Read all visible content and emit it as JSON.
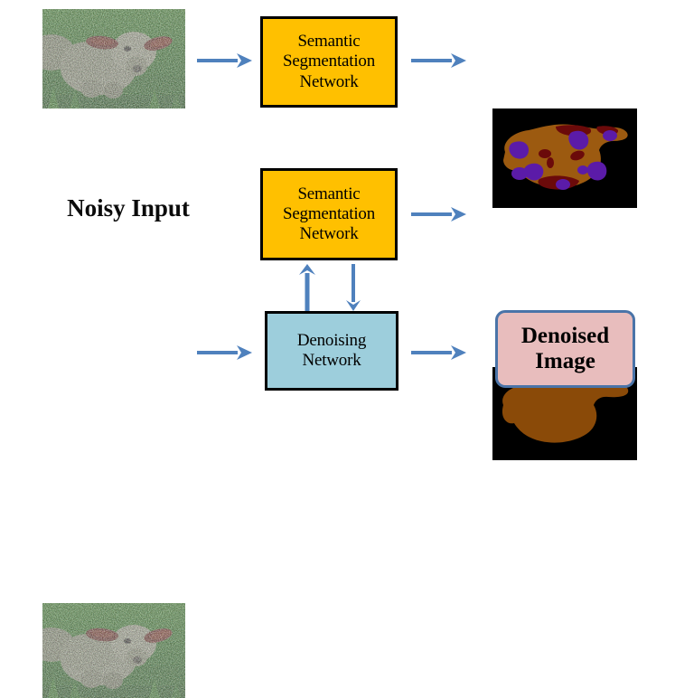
{
  "figure": {
    "title": "Joint semantic segmentation and denoising pipeline",
    "background_color": "#FFFFFF",
    "arrow_color": "#4F81BD"
  },
  "labels": {
    "noisy_input": "Noisy Input",
    "denoised_image": "Denoised\nImage",
    "denoised_image_line1": "Denoised",
    "denoised_image_line2": "Image"
  },
  "boxes": {
    "segmentation_top": {
      "line1": "Semantic",
      "line2": "Segmentation",
      "line3": "Network",
      "fill": "#FFC000",
      "border": "#000000"
    },
    "segmentation_mid": {
      "line1": "Semantic",
      "line2": "Segmentation",
      "line3": "Network",
      "fill": "#FFC000",
      "border": "#000000"
    },
    "denoising": {
      "line1": "Denoising",
      "line2": "Network",
      "fill": "#9DCEDC",
      "border": "#000000"
    },
    "denoised_output": {
      "fill": "#E8BDBD",
      "border": "#4A74A8"
    }
  },
  "images": {
    "noisy_photo_top": {
      "alt": "noisy photograph of a lamb lying in grass",
      "colors": {
        "grass": "#4F9B35",
        "wool": "#B9BCA5",
        "ear": "#8A3B22"
      }
    },
    "noisy_photo_bottom": {
      "alt": "noisy photograph of a lamb lying in grass",
      "colors": {
        "grass": "#4F9B35",
        "wool": "#B9BCA5",
        "ear": "#8A3B22"
      }
    },
    "segmentation_mask_noisy": {
      "alt": "fragmented segmentation mask with brown, dark red and purple regions on black",
      "colors": {
        "background": "#000000",
        "sheep": "#9C5A10",
        "dark_red": "#6B0A0A",
        "purple": "#5B1BA8"
      }
    },
    "segmentation_mask_clean": {
      "alt": "clean single-region brown segmentation mask on black",
      "colors": {
        "background": "#000000",
        "sheep": "#8A4A08"
      }
    }
  },
  "arrows": [
    {
      "name": "photo-to-segmentation-top",
      "direction": "right"
    },
    {
      "name": "segmentation-top-to-mask",
      "direction": "right"
    },
    {
      "name": "segmentation-mid-to-mask",
      "direction": "right"
    },
    {
      "name": "photo-to-denoising",
      "direction": "right"
    },
    {
      "name": "denoising-to-denoised-image",
      "direction": "right"
    },
    {
      "name": "denoising-to-segmentation-feedback",
      "direction": "up"
    },
    {
      "name": "segmentation-to-denoising-feedback",
      "direction": "down"
    }
  ]
}
